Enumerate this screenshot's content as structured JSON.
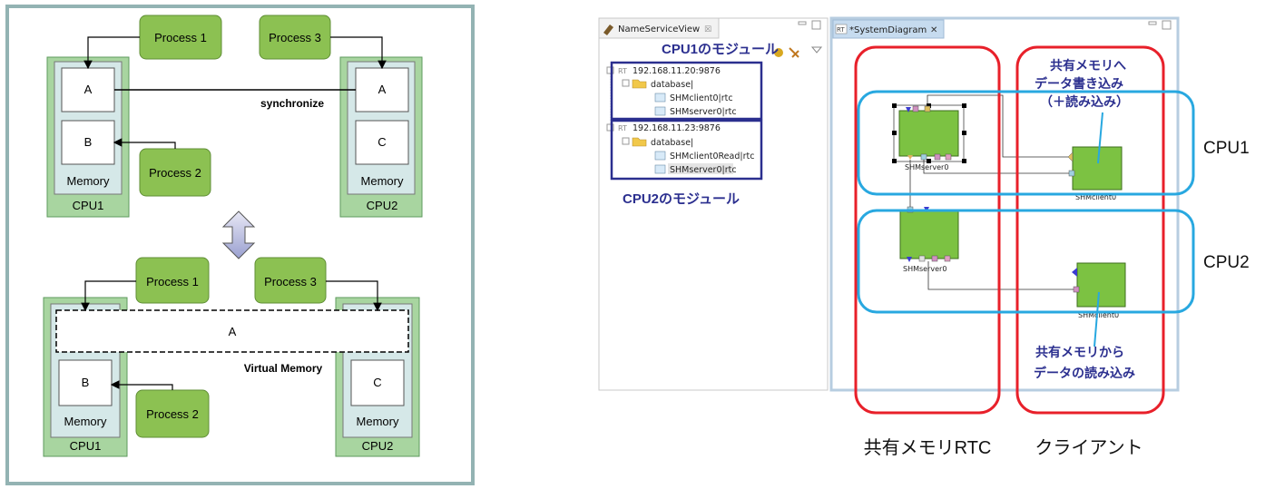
{
  "left_diagram": {
    "top": {
      "process1": "Process 1",
      "process2": "Process 2",
      "process3": "Process 3",
      "cpu1": {
        "label": "CPU1",
        "memory_label": "Memory",
        "block_a": "A",
        "block_b": "B"
      },
      "cpu2": {
        "label": "CPU2",
        "memory_label": "Memory",
        "block_a": "A",
        "block_c": "C"
      },
      "sync_label": "synchronize"
    },
    "bottom": {
      "process1": "Process 1",
      "process2": "Process 2",
      "process3": "Process 3",
      "cpu1": {
        "label": "CPU1",
        "memory_label": "Memory",
        "block_b": "B"
      },
      "cpu2": {
        "label": "CPU2",
        "memory_label": "Memory",
        "block_c": "C"
      },
      "shared_block": "A",
      "virtual_memory_label": "Virtual Memory"
    }
  },
  "right_screenshot": {
    "left_pane": {
      "tab_title": "NameServiceView",
      "tab_close": "☒",
      "tree": [
        {
          "host": "192.168.11.20:9876",
          "folder": "database|",
          "items": [
            "SHMclient0|rtc",
            "SHMserver0|rtc"
          ]
        },
        {
          "host": "192.168.11.23:9876",
          "folder": "database|",
          "items": [
            "SHMclient0Read|rtc",
            "SHMserver0|rtc"
          ]
        }
      ],
      "annotation_cpu1": "CPU1のモジュール",
      "annotation_cpu2": "CPU2のモジュール"
    },
    "right_pane": {
      "tab_title": "*SystemDiagram",
      "tab_prefix": "RT",
      "tab_close": "✕",
      "components": {
        "server_top": "SHMserver0",
        "client_top": "SHMclient0",
        "server_bottom": "SHMserver0",
        "client_bottom": "SHMclient0"
      },
      "note_write": [
        "共有メモリへ",
        "データ書き込み",
        "（＋読み込み）"
      ],
      "note_read": [
        "共有メモリから",
        "データの読み込み"
      ]
    },
    "row_labels": {
      "cpu1": "CPU1",
      "cpu2": "CPU2"
    },
    "column_labels": {
      "shared_memory_rtc": "共有メモリRTC",
      "client": "クライアント"
    }
  },
  "colors": {
    "process_green": "#8cc152",
    "cpu_green": "#a8d5a0",
    "memory_bg": "#d5e8e8",
    "frame_border": "#93b3b3",
    "rt_component_green": "#7cc242",
    "highlight_red": "#e8202a",
    "highlight_blue": "#28a8e0",
    "annotation_navy": "#2b2f8f"
  }
}
